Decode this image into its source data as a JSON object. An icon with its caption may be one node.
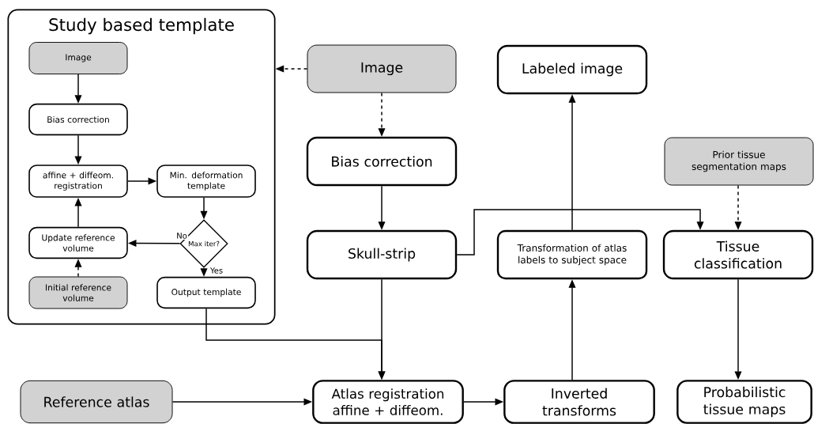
{
  "diagram": {
    "nodes": [
      {
        "text": [
          "Study based template"
        ]
      },
      {
        "text": [
          "Image"
        ],
        "in": 0
      },
      {
        "text": [
          "Bias correction"
        ],
        "in": 0
      },
      {
        "text": [
          "affine + diffeom. registration"
        ],
        "in": 0
      },
      {
        "text": [
          "Min. deformation template"
        ],
        "in": 0
      },
      {
        "text": [
          "Max iter?"
        ],
        "in": 0
      },
      {
        "text": [
          "Update reference volume"
        ],
        "in": 0
      },
      {
        "text": [
          "Output template"
        ],
        "in": 0
      },
      {
        "text": [
          "Initial reference volume"
        ],
        "in": 0
      },
      {
        "text": [
          "Image"
        ]
      },
      {
        "text": [
          "Labeled image"
        ]
      },
      {
        "text": [
          "Bias correction"
        ]
      },
      {
        "text": [
          "Prior tissue segmentation maps"
        ]
      },
      {
        "text": [
          "Skull-strip"
        ]
      },
      {
        "text": [
          "Transformation of atlas labels to subject space"
        ]
      },
      {
        "text": [
          "Tissue classification"
        ]
      },
      {
        "text": [
          "Reference atlas"
        ]
      },
      {
        "text": [
          "Atlas registration affine + diffeom."
        ]
      },
      {
        "text": [
          "Inverted transforms"
        ]
      },
      {
        "text": [
          "Probabilistic tissue maps"
        ]
      }
    ],
    "edges": [
      {
        "from": 1,
        "to": 2,
        "arrow": "to"
      },
      {
        "from": 2,
        "to": 3,
        "arrow": "to"
      },
      {
        "from": 3,
        "to": 4,
        "arrow": "to"
      },
      {
        "from": 4,
        "to": 5,
        "arrow": "to"
      },
      {
        "from": 5,
        "to": 6,
        "arrow": "to",
        "label": "No"
      },
      {
        "from": 5,
        "to": 7,
        "arrow": "to",
        "label": "Yes"
      },
      {
        "from": 6,
        "to": 3,
        "arrow": "to"
      },
      {
        "from": 8,
        "to": 6,
        "arrow": "to",
        "style": "dashed"
      },
      {
        "from": 9,
        "to": 0,
        "arrow": "to",
        "style": "dashed"
      },
      {
        "from": 9,
        "to": 11,
        "arrow": "to",
        "style": "dashed"
      },
      {
        "from": 11,
        "to": 13,
        "arrow": "to"
      },
      {
        "from": 13,
        "to": 15,
        "arrow": "to"
      },
      {
        "from": 12,
        "to": 15,
        "arrow": "to",
        "style": "dashed"
      },
      {
        "from": 13,
        "to": 17,
        "arrow": "to"
      },
      {
        "from": 7,
        "to": 17,
        "arrow": "to"
      },
      {
        "from": 16,
        "to": 17,
        "arrow": "to"
      },
      {
        "from": 17,
        "to": 18,
        "arrow": "to"
      },
      {
        "from": 18,
        "to": 14,
        "arrow": "to"
      },
      {
        "from": 14,
        "to": 10,
        "arrow": "to"
      },
      {
        "from": 15,
        "to": 19,
        "arrow": "to"
      }
    ]
  }
}
